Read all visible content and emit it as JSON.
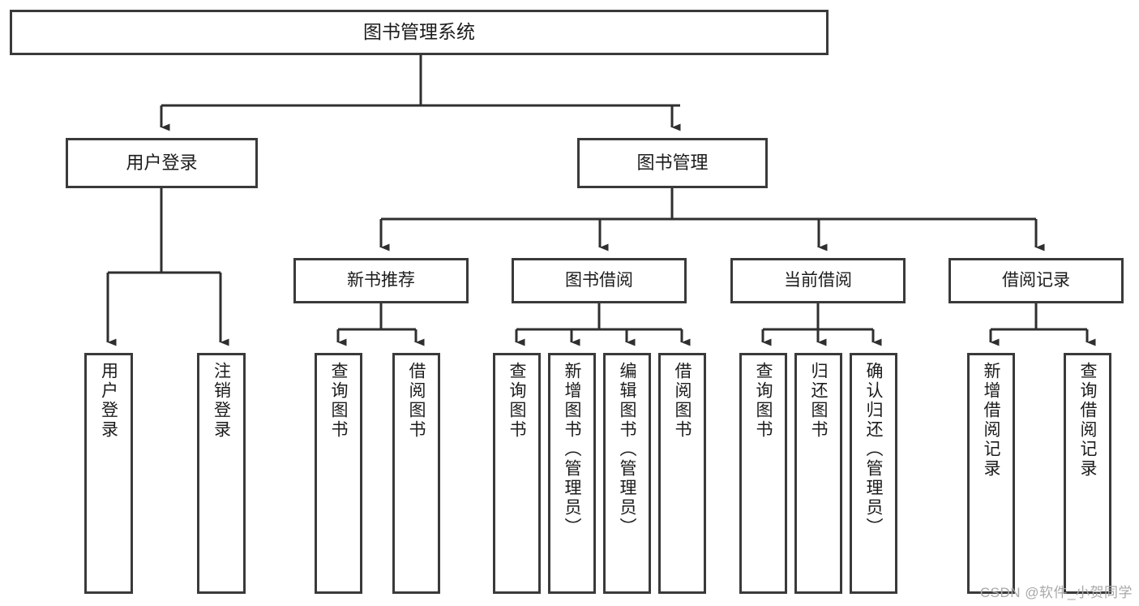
{
  "diagram": {
    "title": "图书管理系统",
    "watermark": "CSDN @软件_小贺同学",
    "colors": {
      "box_border": "#3a3a3a",
      "box_fill": "#ffffff",
      "connector": "#2f2f2f",
      "text": "#1c1c1c",
      "watermark": "#a8a8a8"
    },
    "root": {
      "label": "图书管理系统"
    },
    "level2": [
      {
        "label": "用户登录"
      },
      {
        "label": "图书管理"
      }
    ],
    "level3": [
      {
        "label": "新书推荐"
      },
      {
        "label": "图书借阅"
      },
      {
        "label": "当前借阅"
      },
      {
        "label": "借阅记录"
      }
    ],
    "leaves": {
      "user_login": [
        {
          "label": "用户登录"
        },
        {
          "label": "注销登录"
        }
      ],
      "new_book_recommend": [
        {
          "label": "查询图书"
        },
        {
          "label": "借阅图书"
        }
      ],
      "book_borrow": [
        {
          "label": "查询图书"
        },
        {
          "label": "新增图书（管理员）"
        },
        {
          "label": "编辑图书（管理员）"
        },
        {
          "label": "借阅图书"
        }
      ],
      "current_borrow": [
        {
          "label": "查询图书"
        },
        {
          "label": "归还图书"
        },
        {
          "label": "确认归还（管理员）"
        }
      ],
      "borrow_record": [
        {
          "label": "新增借阅记录"
        },
        {
          "label": "查询借阅记录"
        }
      ]
    }
  }
}
